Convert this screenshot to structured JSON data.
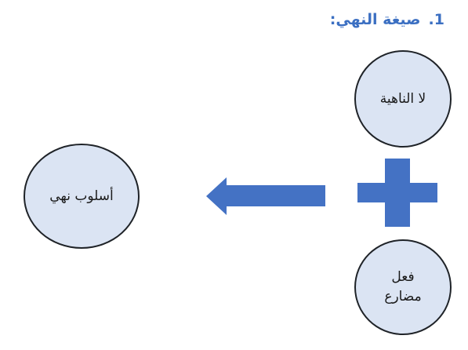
{
  "heading": {
    "number": "1.",
    "text": "صيغة النهي:"
  },
  "diagram": {
    "top_circle": "لا الناهية",
    "bottom_circle": [
      "فعل",
      "مضارع"
    ],
    "result_circle": "أسلوب نهي",
    "shape_color": "#4472c4",
    "circle_fill": "#dbe4f3",
    "heading_color": "#3b6fc2"
  }
}
